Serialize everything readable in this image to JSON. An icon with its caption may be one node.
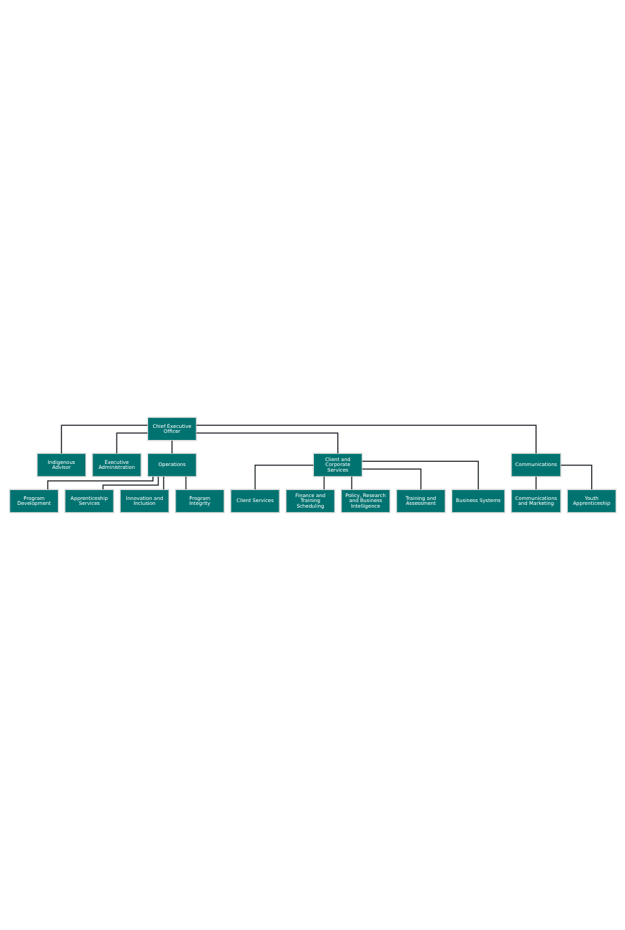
{
  "diagram": {
    "nodes": [
      {
        "text": [
          "Chief Executive Officer"
        ]
      },
      {
        "text": [
          "Indigenous Advisor"
        ]
      },
      {
        "text": [
          "Executive Administration"
        ]
      },
      {
        "text": [
          "Operations"
        ]
      },
      {
        "text": [
          "Client and Corporate Services"
        ]
      },
      {
        "text": [
          "Communications"
        ]
      },
      {
        "text": [
          "Program Development"
        ]
      },
      {
        "text": [
          "Apprenticeship Services"
        ]
      },
      {
        "text": [
          "Innovation and Inclusion"
        ]
      },
      {
        "text": [
          "Program Integrity"
        ]
      },
      {
        "text": [
          "Client Services"
        ]
      },
      {
        "text": [
          "Finance and Training Scheduling"
        ]
      },
      {
        "text": [
          "Policy, Research and Business Intelligence"
        ]
      },
      {
        "text": [
          "Training and Assessment"
        ]
      },
      {
        "text": [
          "Business Systems"
        ]
      },
      {
        "text": [
          "Communications and Marketing"
        ]
      },
      {
        "text": [
          "Youth Apprenticeship"
        ]
      }
    ],
    "edges": [
      {
        "from": 0,
        "to": 1,
        "arrow": "none"
      },
      {
        "from": 0,
        "to": 2,
        "arrow": "none"
      },
      {
        "from": 0,
        "to": 3,
        "arrow": "none"
      },
      {
        "from": 0,
        "to": 4,
        "arrow": "none"
      },
      {
        "from": 0,
        "to": 5,
        "arrow": "none"
      },
      {
        "from": 3,
        "to": 6,
        "arrow": "none"
      },
      {
        "from": 3,
        "to": 7,
        "arrow": "none"
      },
      {
        "from": 3,
        "to": 8,
        "arrow": "none"
      },
      {
        "from": 3,
        "to": 9,
        "arrow": "none"
      },
      {
        "from": 4,
        "to": 10,
        "arrow": "none"
      },
      {
        "from": 4,
        "to": 11,
        "arrow": "none"
      },
      {
        "from": 4,
        "to": 12,
        "arrow": "none"
      },
      {
        "from": 4,
        "to": 13,
        "arrow": "none"
      },
      {
        "from": 4,
        "to": 14,
        "arrow": "none"
      },
      {
        "from": 5,
        "to": 15,
        "arrow": "none"
      },
      {
        "from": 5,
        "to": 16,
        "arrow": "none"
      }
    ]
  }
}
